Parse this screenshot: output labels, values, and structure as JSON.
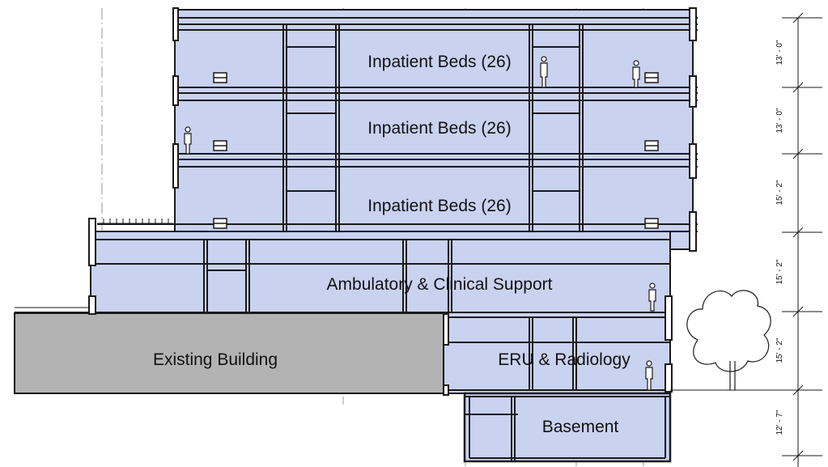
{
  "spaces": {
    "floor3": "Inpatient Beds (26)",
    "floor2": "Inpatient Beds (26)",
    "floor1": "Inpatient Beds (26)",
    "ambulatory": "Ambulatory & Clinical Support",
    "existing": "Existing Building",
    "eru": "ERU & Radiology",
    "basement": "Basement"
  },
  "dimensions": [
    "13' - 0\"",
    "13' - 0\"",
    "15' - 2\"",
    "15' - 2\"",
    "15' - 2\"",
    "12' - 7\""
  ],
  "colors": {
    "building_fill": "#c9d2ef",
    "existing_fill": "#b3b3b3",
    "line": "#1a1a1a"
  }
}
